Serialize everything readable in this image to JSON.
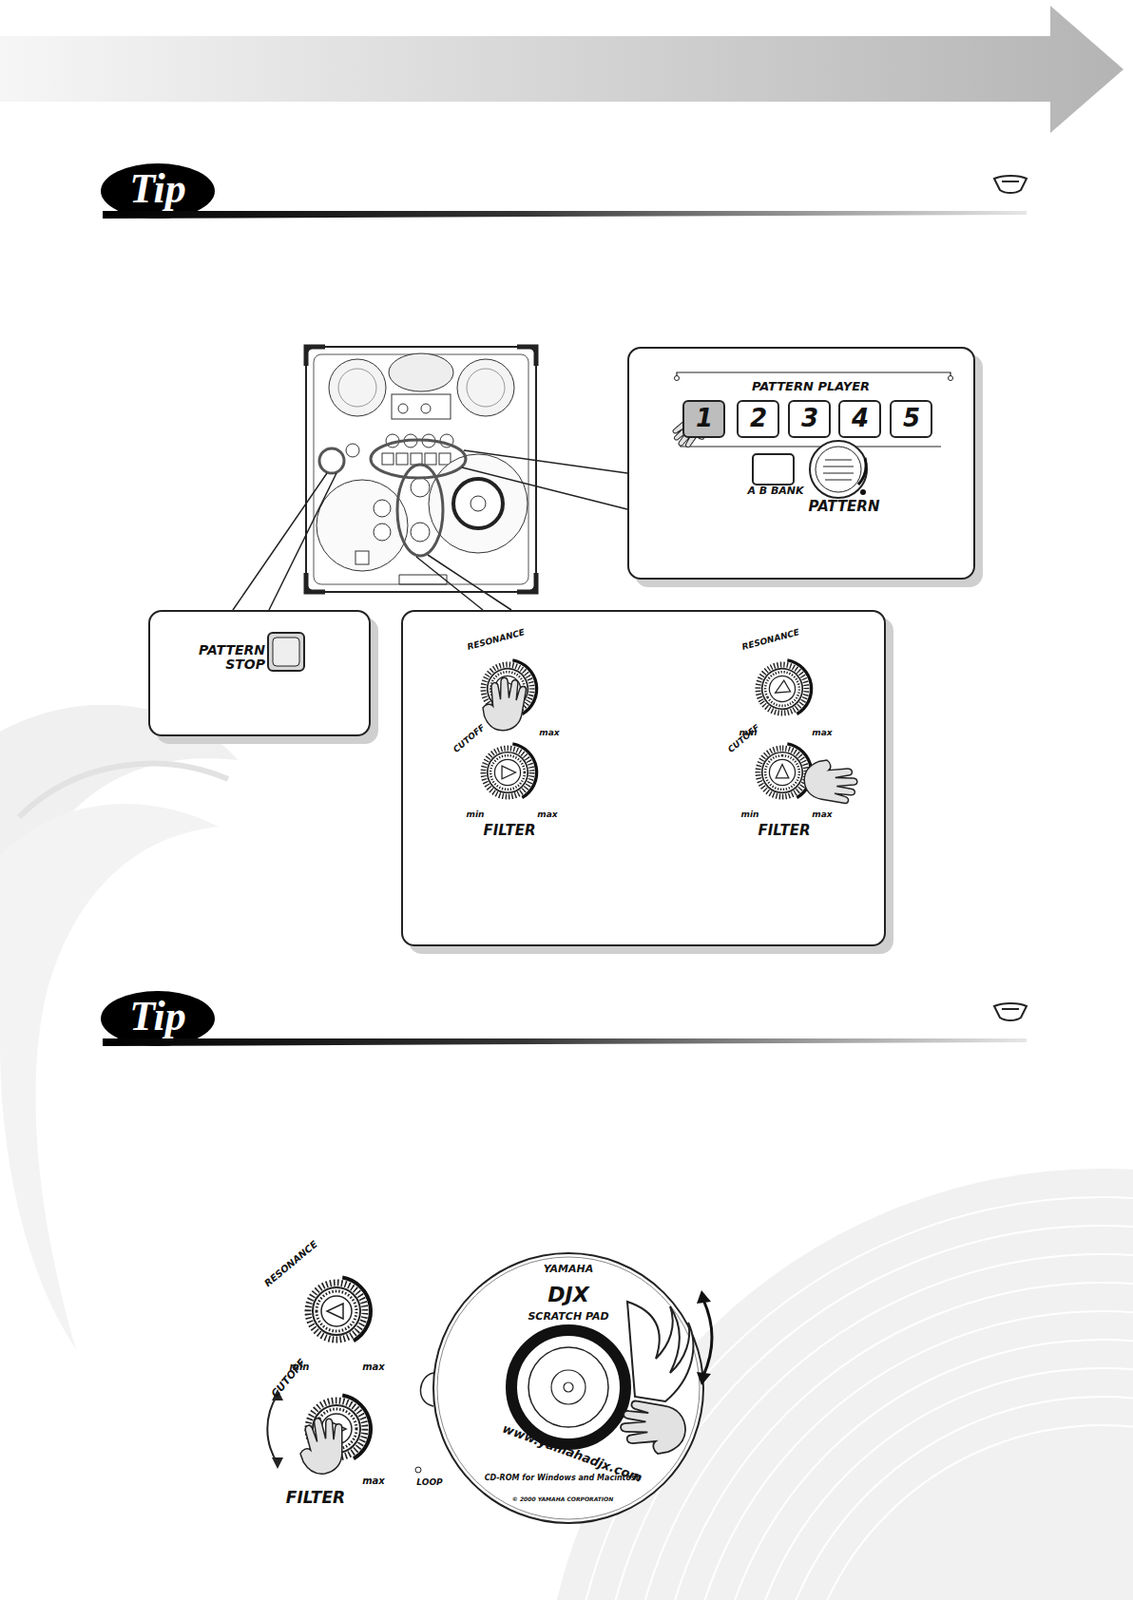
{
  "diagram": {
    "nodes": [
      {
        "text": [
          "PATTERN PLAYER",
          "A B BANK",
          "PATTERN"
        ]
      },
      {
        "text": [
          "1"
        ],
        "in": 0
      },
      {
        "text": [
          "2"
        ],
        "in": 0
      },
      {
        "text": [
          "3"
        ],
        "in": 0
      },
      {
        "text": [
          "4"
        ],
        "in": 0
      },
      {
        "text": [
          "5"
        ],
        "in": 0
      },
      {
        "text": [
          "PATTERN STOP"
        ]
      },
      {
        "text": [
          "RESONANCE",
          "max",
          "CUTOFF",
          "min",
          "max",
          "FILTER",
          "RESONANCE",
          "min",
          "max",
          "CUTOFF",
          "min",
          "max",
          "FILTER"
        ]
      }
    ],
    "labels": [
      "Tip",
      "Tip",
      "RESONANCE",
      "min",
      "max",
      "CUTOFF",
      "max",
      "FILTER",
      "YAMAHA",
      "DJX",
      "SCRATCH PAD",
      "www.yamahadjx.com",
      "CD-ROM for Windows and Macintosh",
      "LOOP",
      "© 2000 YAMAHA CORPORATION"
    ]
  }
}
